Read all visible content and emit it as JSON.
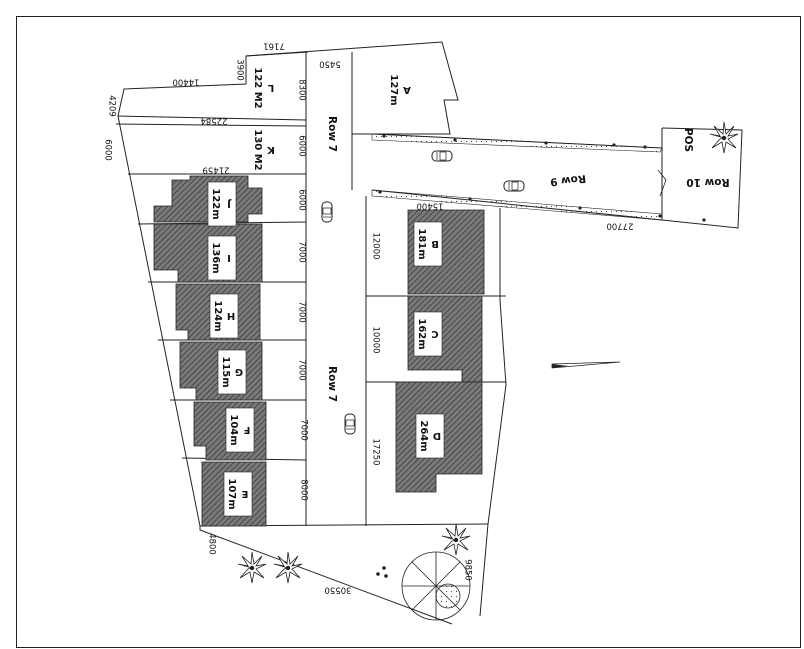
{
  "roads": {
    "row7_top": "Row 7",
    "row7_bottom": "Row 7",
    "row9": "Row 9",
    "row10": "Row 10",
    "pos": "POS"
  },
  "lots": {
    "A": {
      "letter": "A",
      "area": "127m"
    },
    "B": {
      "letter": "B",
      "area": "181m"
    },
    "C": {
      "letter": "C",
      "area": "162m"
    },
    "D": {
      "letter": "D",
      "area": "264m"
    },
    "E": {
      "letter": "E",
      "area": "107m"
    },
    "F": {
      "letter": "F",
      "area": "104m"
    },
    "G": {
      "letter": "G",
      "area": "115m"
    },
    "H": {
      "letter": "H",
      "area": "124m"
    },
    "I": {
      "letter": "I",
      "area": "136m"
    },
    "J": {
      "letter": "J",
      "area": "122m"
    },
    "K": {
      "letter": "K",
      "area": "130 M2"
    },
    "L": {
      "letter": "L",
      "area": "122 M2"
    }
  },
  "dimensions": {
    "d7161": "7161",
    "d5450": "5450",
    "d3900": "3900",
    "d8300": "8300",
    "d14400": "14400",
    "d4209": "4209",
    "d6000_left": "6000",
    "d22584": "22584",
    "d6000_k": "6000",
    "d21459": "21459",
    "d6000_j": "6000",
    "d7000_i": "7000",
    "d7000_h": "7000",
    "d7000_g": "7000",
    "d7000_f": "7000",
    "d8000_e": "8000",
    "d15400": "15400",
    "d12000": "12000",
    "d10000": "10000",
    "d17250": "17250",
    "d27700": "27700",
    "d4800": "4800",
    "d30550": "30550",
    "d9850": "9850"
  },
  "colors": {
    "line": "#222222",
    "building": "#6e6e6e",
    "hatch": "#3a3a3a"
  }
}
